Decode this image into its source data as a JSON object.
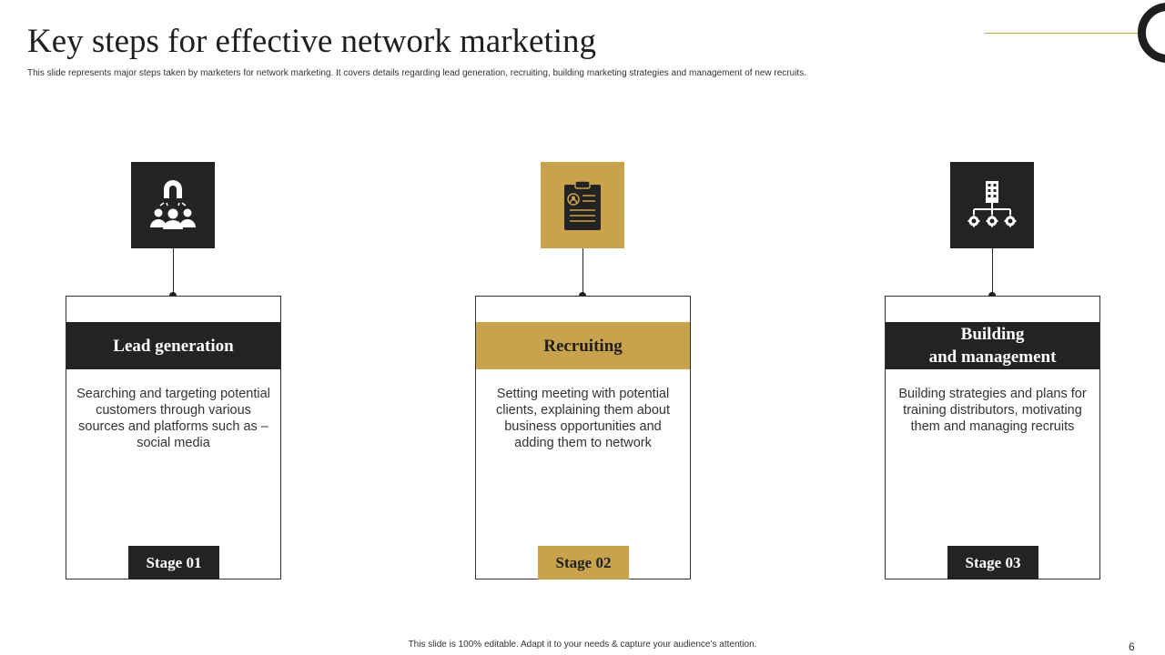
{
  "slide": {
    "title": "Key steps for effective network marketing",
    "subtitle": "This slide represents major steps taken by marketers for network marketing. It covers details regarding lead generation, recruiting, building marketing strategies and management of new recruits.",
    "footer": "This slide is 100% editable.  Adapt it to your needs & capture your audience’s attention.",
    "page_number": "6"
  },
  "colors": {
    "dark": "#232323",
    "gold": "#c9a24e",
    "accent_line": "#c9a24e"
  },
  "steps": [
    {
      "icon": "magnet-people-icon",
      "heading": "Lead generation",
      "description": "Searching and targeting potential customers through various sources and platforms such as – social media",
      "stage": "Stage 01",
      "theme": "dark"
    },
    {
      "icon": "clipboard-icon",
      "heading": "Recruiting",
      "description": "Setting meeting with potential clients, explaining them about business opportunities and adding them to network",
      "stage": "Stage 02",
      "theme": "gold"
    },
    {
      "icon": "building-network-icon",
      "heading": "Building\nand management",
      "description": "Building strategies and plans for training distributors, motivating them and managing recruits",
      "stage": "Stage 03",
      "theme": "dark"
    }
  ]
}
